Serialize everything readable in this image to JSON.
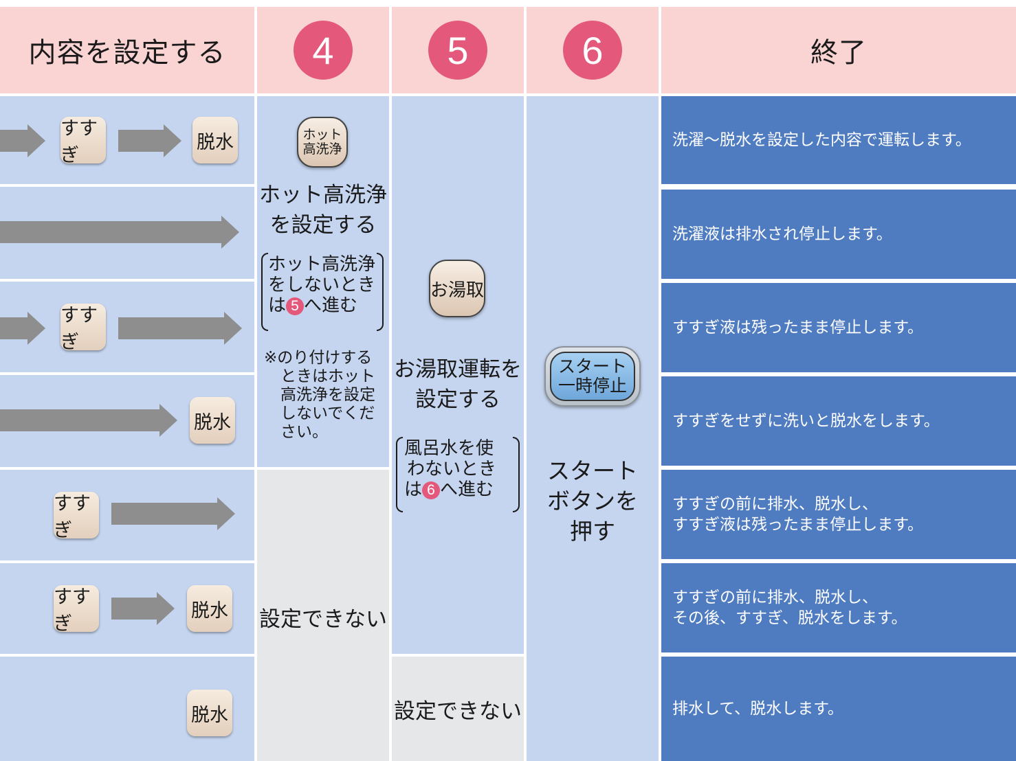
{
  "header": {
    "title": "内容を設定する",
    "step4": "4",
    "step5": "5",
    "step6": "6",
    "end": "終了"
  },
  "rows": [
    {
      "pill1": "すすぎ",
      "pill2": "脱水",
      "result": "洗濯〜脱水を設定した内容で運転します。"
    },
    {
      "result": "洗濯液は排水され停止します。"
    },
    {
      "pill1": "すすぎ",
      "result": "すすぎ液は残ったまま停止します。"
    },
    {
      "pill2": "脱水",
      "result": "すすぎをせずに洗いと脱水をします。"
    },
    {
      "pill1": "すすぎ",
      "result_line1": "すすぎの前に排水、脱水し、",
      "result_line2": "すすぎ液は残ったまま停止します。"
    },
    {
      "pill1": "すすぎ",
      "pill2": "脱水",
      "result_line1": "すすぎの前に排水、脱水し、",
      "result_line2": "その後、すすぎ、脱水をします。"
    },
    {
      "pill2": "脱水",
      "result": "排水して、脱水します。"
    }
  ],
  "col4": {
    "button_line1": "ホット",
    "button_line2": "高洗浄",
    "title_line1": "ホット高洗浄",
    "title_line2": "を設定する",
    "note_line1": "ホット高洗浄",
    "note_line2": "をしないとき",
    "note_line3_pre": "は",
    "note_line3_num": "5",
    "note_line3_post": "へ進む",
    "caution_line1": "※のり付けする",
    "caution_line2": "ときはホット",
    "caution_line3": "高洗浄を設定",
    "caution_line4": "しないでくだ",
    "caution_line5": "さい。",
    "unavailable": "設定できない"
  },
  "col5": {
    "button": "お湯取",
    "title_line1": "お湯取運転を",
    "title_line2": "設定する",
    "note_line1": "風呂水を使",
    "note_line2": "わないとき",
    "note_line3_pre": "は",
    "note_line3_num": "6",
    "note_line3_post": "へ進む",
    "unavailable": "設定できない"
  },
  "col6": {
    "button_line1": "スタート",
    "button_line2": "一時停止",
    "title_line1": "スタート",
    "title_line2": "ボタンを",
    "title_line3": "押す"
  },
  "colors": {
    "header_bg": "#fad3d3",
    "step_circle": "#e3587b",
    "row_bg": "#c5d5ef",
    "disabled_bg": "#e6e7e9",
    "result_bg": "#4f7cc1",
    "arrow": "#8e8e8e",
    "start_button": "#7fb0e0"
  }
}
